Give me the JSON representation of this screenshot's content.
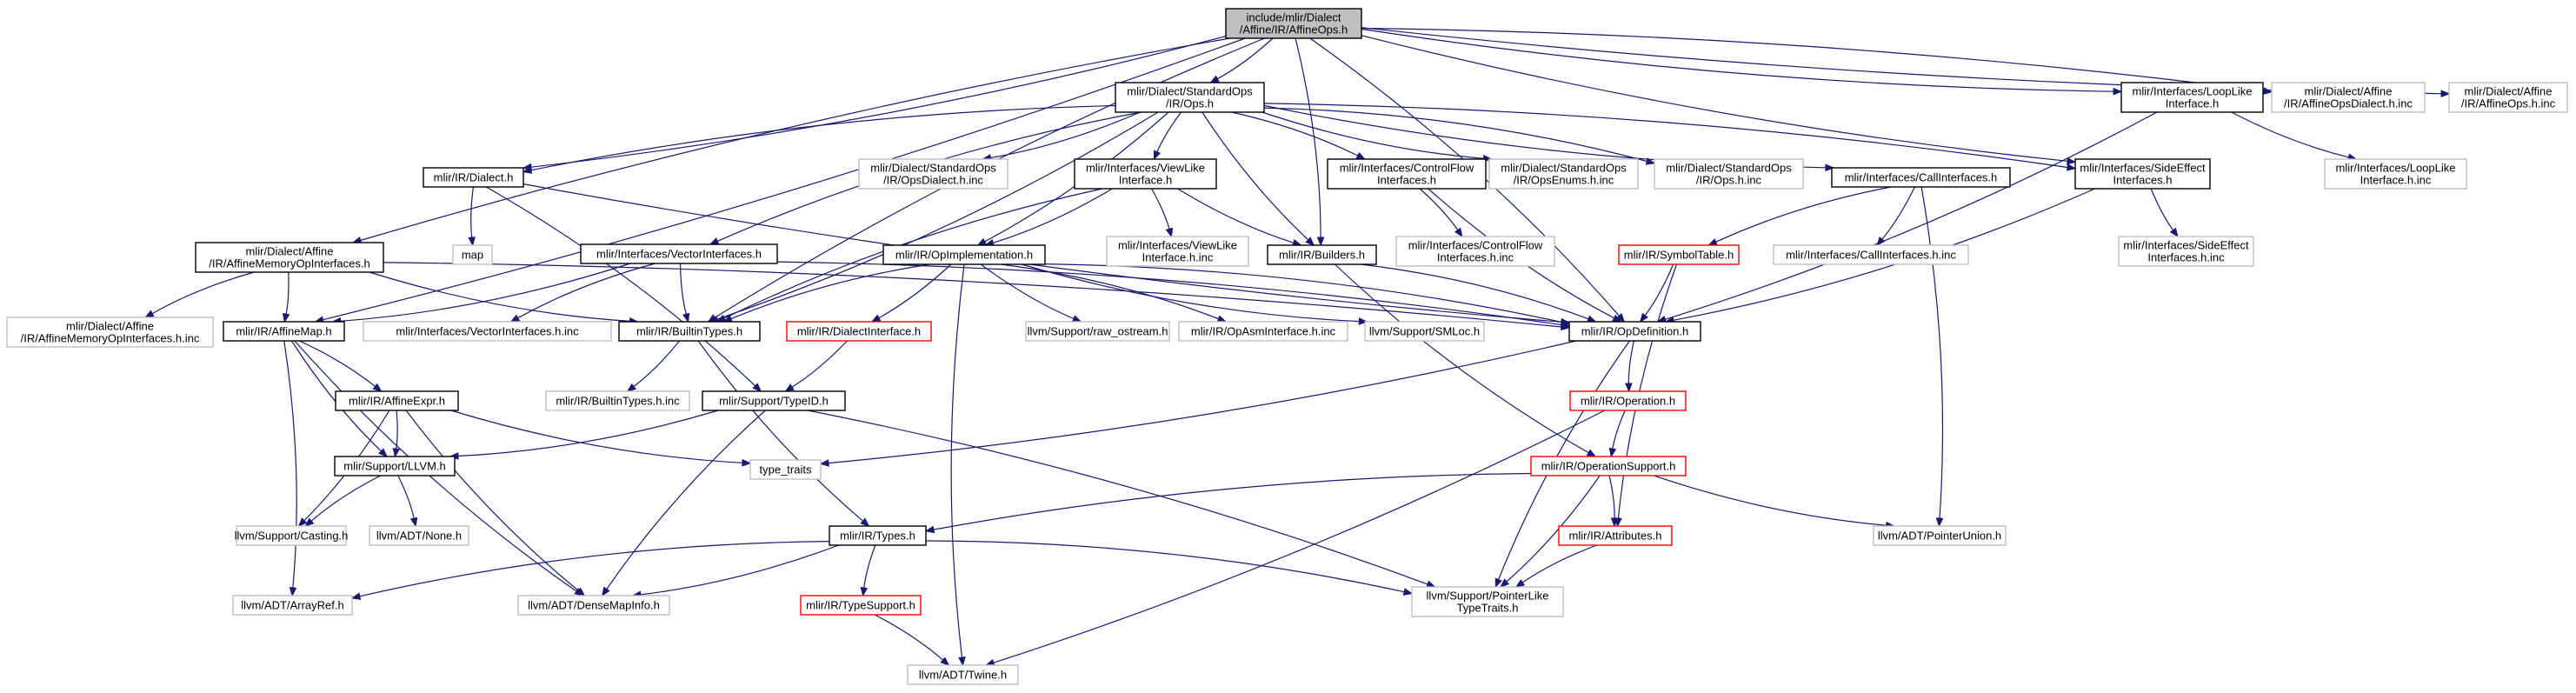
{
  "graph": {
    "colors": {
      "edge": "#191970",
      "root_fill": "#bfbfbf",
      "documented_border": "#000000",
      "undocumented_border": "#bfbfbf",
      "truncated_border": "#ff0000"
    },
    "nodes": [
      {
        "id": "root",
        "lines": [
          "include/mlir/Dialect",
          "/Affine/IR/AffineOps.h"
        ],
        "style": "root"
      },
      {
        "id": "std_ops",
        "lines": [
          "mlir/Dialect/StandardOps",
          "/IR/Ops.h"
        ],
        "style": "documented"
      },
      {
        "id": "looplike",
        "lines": [
          "mlir/Interfaces/LoopLike",
          "Interface.h"
        ],
        "style": "documented"
      },
      {
        "id": "affine_ops_dialect_inc",
        "lines": [
          "mlir/Dialect/Affine",
          "/IR/AffineOpsDialect.h.inc"
        ],
        "style": "external"
      },
      {
        "id": "affine_ops_h_inc",
        "lines": [
          "mlir/Dialect/Affine",
          "/IR/AffineOps.h.inc"
        ],
        "style": "external"
      },
      {
        "id": "dialect_h",
        "lines": [
          "mlir/IR/Dialect.h"
        ],
        "style": "documented"
      },
      {
        "id": "std_opsdialect_inc",
        "lines": [
          "mlir/Dialect/StandardOps",
          "/IR/OpsDialect.h.inc"
        ],
        "style": "external"
      },
      {
        "id": "viewlike",
        "lines": [
          "mlir/Interfaces/ViewLike",
          "Interface.h"
        ],
        "style": "documented"
      },
      {
        "id": "controlflow",
        "lines": [
          "mlir/Interfaces/ControlFlow",
          "Interfaces.h"
        ],
        "style": "documented"
      },
      {
        "id": "std_opsenums_inc",
        "lines": [
          "mlir/Dialect/StandardOps",
          "/IR/OpsEnums.h.inc"
        ],
        "style": "external"
      },
      {
        "id": "std_ops_h_inc",
        "lines": [
          "mlir/Dialect/StandardOps",
          "/IR/Ops.h.inc"
        ],
        "style": "external"
      },
      {
        "id": "callinterfaces",
        "lines": [
          "mlir/Interfaces/CallInterfaces.h"
        ],
        "style": "documented"
      },
      {
        "id": "sideeffect",
        "lines": [
          "mlir/Interfaces/SideEffect",
          "Interfaces.h"
        ],
        "style": "documented"
      },
      {
        "id": "looplike_inc",
        "lines": [
          "mlir/Interfaces/LoopLike",
          "Interface.h.inc"
        ],
        "style": "external"
      },
      {
        "id": "affine_mem_op_if",
        "lines": [
          "mlir/Dialect/Affine",
          "/IR/AffineMemoryOpInterfaces.h"
        ],
        "style": "documented"
      },
      {
        "id": "map",
        "lines": [
          "map"
        ],
        "style": "external"
      },
      {
        "id": "vectorinterfaces",
        "lines": [
          "mlir/Interfaces/VectorInterfaces.h"
        ],
        "style": "documented"
      },
      {
        "id": "opimplementation",
        "lines": [
          "mlir/IR/OpImplementation.h"
        ],
        "style": "documented"
      },
      {
        "id": "viewlike_inc",
        "lines": [
          "mlir/Interfaces/ViewLike",
          "Interface.h.inc"
        ],
        "style": "external"
      },
      {
        "id": "builders",
        "lines": [
          "mlir/IR/Builders.h"
        ],
        "style": "documented"
      },
      {
        "id": "controlflow_inc",
        "lines": [
          "mlir/Interfaces/ControlFlow",
          "Interfaces.h.inc"
        ],
        "style": "external"
      },
      {
        "id": "symboltable",
        "lines": [
          "mlir/IR/SymbolTable.h"
        ],
        "style": "truncated"
      },
      {
        "id": "callinterfaces_inc",
        "lines": [
          "mlir/Interfaces/CallInterfaces.h.inc"
        ],
        "style": "external"
      },
      {
        "id": "sideeffect_inc",
        "lines": [
          "mlir/Interfaces/SideEffect",
          "Interfaces.h.inc"
        ],
        "style": "external"
      },
      {
        "id": "affine_mem_op_if_inc",
        "lines": [
          "mlir/Dialect/Affine",
          "/IR/AffineMemoryOpInterfaces.h.inc"
        ],
        "style": "external"
      },
      {
        "id": "affinemap",
        "lines": [
          "mlir/IR/AffineMap.h"
        ],
        "style": "documented"
      },
      {
        "id": "vectorinterfaces_inc",
        "lines": [
          "mlir/Interfaces/VectorInterfaces.h.inc"
        ],
        "style": "external"
      },
      {
        "id": "builtintypes",
        "lines": [
          "mlir/IR/BuiltinTypes.h"
        ],
        "style": "documented"
      },
      {
        "id": "dialectinterface",
        "lines": [
          "mlir/IR/DialectInterface.h"
        ],
        "style": "truncated"
      },
      {
        "id": "raw_ostream",
        "lines": [
          "llvm/Support/raw_ostream.h"
        ],
        "style": "external"
      },
      {
        "id": "opasminterface_inc",
        "lines": [
          "mlir/IR/OpAsmInterface.h.inc"
        ],
        "style": "external"
      },
      {
        "id": "smloc",
        "lines": [
          "llvm/Support/SMLoc.h"
        ],
        "style": "external"
      },
      {
        "id": "opdefinition",
        "lines": [
          "mlir/IR/OpDefinition.h"
        ],
        "style": "documented"
      },
      {
        "id": "affineexpr",
        "lines": [
          "mlir/IR/AffineExpr.h"
        ],
        "style": "documented"
      },
      {
        "id": "builtintypes_inc",
        "lines": [
          "mlir/IR/BuiltinTypes.h.inc"
        ],
        "style": "external"
      },
      {
        "id": "typeid",
        "lines": [
          "mlir/Support/TypeID.h"
        ],
        "style": "documented"
      },
      {
        "id": "operation",
        "lines": [
          "mlir/IR/Operation.h"
        ],
        "style": "truncated"
      },
      {
        "id": "type_traits",
        "lines": [
          "type_traits"
        ],
        "style": "external"
      },
      {
        "id": "support_llvm",
        "lines": [
          "mlir/Support/LLVM.h"
        ],
        "style": "documented"
      },
      {
        "id": "operationsupport",
        "lines": [
          "mlir/IR/OperationSupport.h"
        ],
        "style": "truncated"
      },
      {
        "id": "casting",
        "lines": [
          "llvm/Support/Casting.h"
        ],
        "style": "external"
      },
      {
        "id": "none_h",
        "lines": [
          "llvm/ADT/None.h"
        ],
        "style": "external"
      },
      {
        "id": "types",
        "lines": [
          "mlir/IR/Types.h"
        ],
        "style": "documented"
      },
      {
        "id": "attributes",
        "lines": [
          "mlir/IR/Attributes.h"
        ],
        "style": "truncated"
      },
      {
        "id": "pointerunion",
        "lines": [
          "llvm/ADT/PointerUnion.h"
        ],
        "style": "external"
      },
      {
        "id": "arrayref",
        "lines": [
          "llvm/ADT/ArrayRef.h"
        ],
        "style": "external"
      },
      {
        "id": "densemapinfo",
        "lines": [
          "llvm/ADT/DenseMapInfo.h"
        ],
        "style": "external"
      },
      {
        "id": "typesupport",
        "lines": [
          "mlir/IR/TypeSupport.h"
        ],
        "style": "truncated"
      },
      {
        "id": "pointerliketypetraits",
        "lines": [
          "llvm/Support/PointerLike",
          "TypeTraits.h"
        ],
        "style": "external"
      },
      {
        "id": "twine",
        "lines": [
          "llvm/ADT/Twine.h"
        ],
        "style": "external"
      }
    ],
    "edges": [
      [
        "root",
        "std_ops"
      ],
      [
        "root",
        "looplike"
      ],
      [
        "root",
        "affine_ops_dialect_inc"
      ],
      [
        "root",
        "affine_ops_h_inc"
      ],
      [
        "root",
        "dialect_h"
      ],
      [
        "root",
        "affine_mem_op_if"
      ],
      [
        "root",
        "affinemap"
      ],
      [
        "root",
        "builtintypes"
      ],
      [
        "root",
        "builders"
      ],
      [
        "root",
        "sideeffect"
      ],
      [
        "root",
        "opdefinition"
      ],
      [
        "std_ops",
        "dialect_h"
      ],
      [
        "std_ops",
        "std_opsdialect_inc"
      ],
      [
        "std_ops",
        "viewlike"
      ],
      [
        "std_ops",
        "controlflow"
      ],
      [
        "std_ops",
        "std_opsenums_inc"
      ],
      [
        "std_ops",
        "std_ops_h_inc"
      ],
      [
        "std_ops",
        "callinterfaces"
      ],
      [
        "std_ops",
        "sideeffect"
      ],
      [
        "std_ops",
        "vectorinterfaces"
      ],
      [
        "std_ops",
        "opimplementation"
      ],
      [
        "std_ops",
        "builders"
      ],
      [
        "std_ops",
        "builtintypes"
      ],
      [
        "looplike",
        "looplike_inc"
      ],
      [
        "looplike",
        "opdefinition"
      ],
      [
        "dialect_h",
        "map"
      ],
      [
        "dialect_h",
        "typeid"
      ],
      [
        "dialect_h",
        "opdefinition"
      ],
      [
        "viewlike",
        "viewlike_inc"
      ],
      [
        "viewlike",
        "builders"
      ],
      [
        "viewlike",
        "opimplementation"
      ],
      [
        "viewlike",
        "builtintypes"
      ],
      [
        "controlflow",
        "controlflow_inc"
      ],
      [
        "controlflow",
        "opdefinition"
      ],
      [
        "callinterfaces",
        "callinterfaces_inc"
      ],
      [
        "callinterfaces",
        "symboltable"
      ],
      [
        "callinterfaces",
        "pointerunion"
      ],
      [
        "sideeffect",
        "sideeffect_inc"
      ],
      [
        "sideeffect",
        "opdefinition"
      ],
      [
        "affine_mem_op_if",
        "affine_mem_op_if_inc"
      ],
      [
        "affine_mem_op_if",
        "affinemap"
      ],
      [
        "affine_mem_op_if",
        "builtintypes"
      ],
      [
        "affine_mem_op_if",
        "opdefinition"
      ],
      [
        "vectorinterfaces",
        "vectorinterfaces_inc"
      ],
      [
        "vectorinterfaces",
        "affinemap"
      ],
      [
        "vectorinterfaces",
        "builtintypes"
      ],
      [
        "vectorinterfaces",
        "opdefinition"
      ],
      [
        "opimplementation",
        "builtintypes"
      ],
      [
        "opimplementation",
        "dialectinterface"
      ],
      [
        "opimplementation",
        "raw_ostream"
      ],
      [
        "opimplementation",
        "opasminterface_inc"
      ],
      [
        "opimplementation",
        "smloc"
      ],
      [
        "opimplementation",
        "opdefinition"
      ],
      [
        "opimplementation",
        "twine"
      ],
      [
        "builders",
        "opdefinition"
      ],
      [
        "builders",
        "operationsupport"
      ],
      [
        "symboltable",
        "opdefinition"
      ],
      [
        "symboltable",
        "attributes"
      ],
      [
        "affinemap",
        "affineexpr"
      ],
      [
        "affinemap",
        "support_llvm"
      ],
      [
        "affinemap",
        "arrayref"
      ],
      [
        "affinemap",
        "densemapinfo"
      ],
      [
        "builtintypes",
        "builtintypes_inc"
      ],
      [
        "builtintypes",
        "types"
      ],
      [
        "dialectinterface",
        "typeid"
      ],
      [
        "opdefinition",
        "operation"
      ],
      [
        "opdefinition",
        "type_traits"
      ],
      [
        "opdefinition",
        "pointerliketypetraits"
      ],
      [
        "affineexpr",
        "support_llvm"
      ],
      [
        "affineexpr",
        "type_traits"
      ],
      [
        "affineexpr",
        "casting"
      ],
      [
        "affineexpr",
        "densemapinfo"
      ],
      [
        "typeid",
        "support_llvm"
      ],
      [
        "typeid",
        "densemapinfo"
      ],
      [
        "typeid",
        "pointerliketypetraits"
      ],
      [
        "operation",
        "operationsupport"
      ],
      [
        "operation",
        "twine"
      ],
      [
        "support_llvm",
        "casting"
      ],
      [
        "support_llvm",
        "none_h"
      ],
      [
        "operationsupport",
        "types"
      ],
      [
        "operationsupport",
        "attributes"
      ],
      [
        "operationsupport",
        "pointerunion"
      ],
      [
        "operationsupport",
        "pointerliketypetraits"
      ],
      [
        "types",
        "arrayref"
      ],
      [
        "types",
        "densemapinfo"
      ],
      [
        "types",
        "typesupport"
      ],
      [
        "types",
        "pointerliketypetraits"
      ],
      [
        "attributes",
        "pointerliketypetraits"
      ],
      [
        "typesupport",
        "twine"
      ]
    ]
  }
}
